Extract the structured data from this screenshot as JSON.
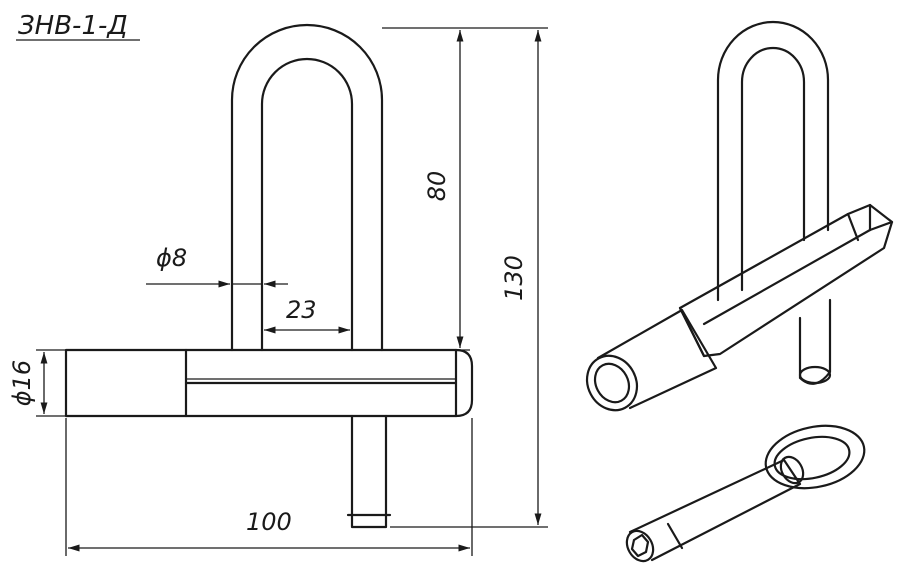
{
  "title": "ЗНВ-1-Д",
  "dimensions": {
    "shackle_height": "80",
    "total_height": "130",
    "rod_diameter": "ϕ8",
    "inner_width": "23",
    "body_diameter": "ϕ16",
    "body_length": "100"
  },
  "colors": {
    "ink": "#1a1a1a",
    "background": "#ffffff"
  }
}
